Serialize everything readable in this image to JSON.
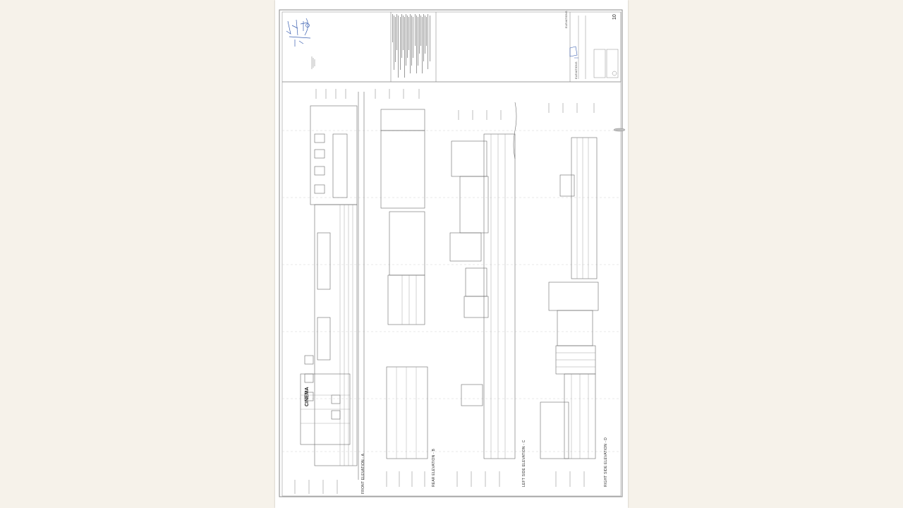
{
  "document": {
    "labels": {
      "front_elevation": "FRONT ELEVATION - A",
      "rear_elevation": "REAR ELEVATION - B",
      "left_elevation": "LEFT SIDE ELEVATION - C",
      "right_elevation": "RIGHT SIDE ELEVATION - D",
      "cinema": "CINEMA",
      "sheet_title": "ELEVATIONS",
      "sheet_no": "10",
      "title_block_heading": "ELEVATIONS"
    },
    "colors": {
      "page_bg": "#f6f2ea",
      "sheet_bg": "#ffffff",
      "line": "#6b6b6b",
      "faint": "#b9b9b9",
      "ink_blue": "#3a5fb0"
    }
  }
}
